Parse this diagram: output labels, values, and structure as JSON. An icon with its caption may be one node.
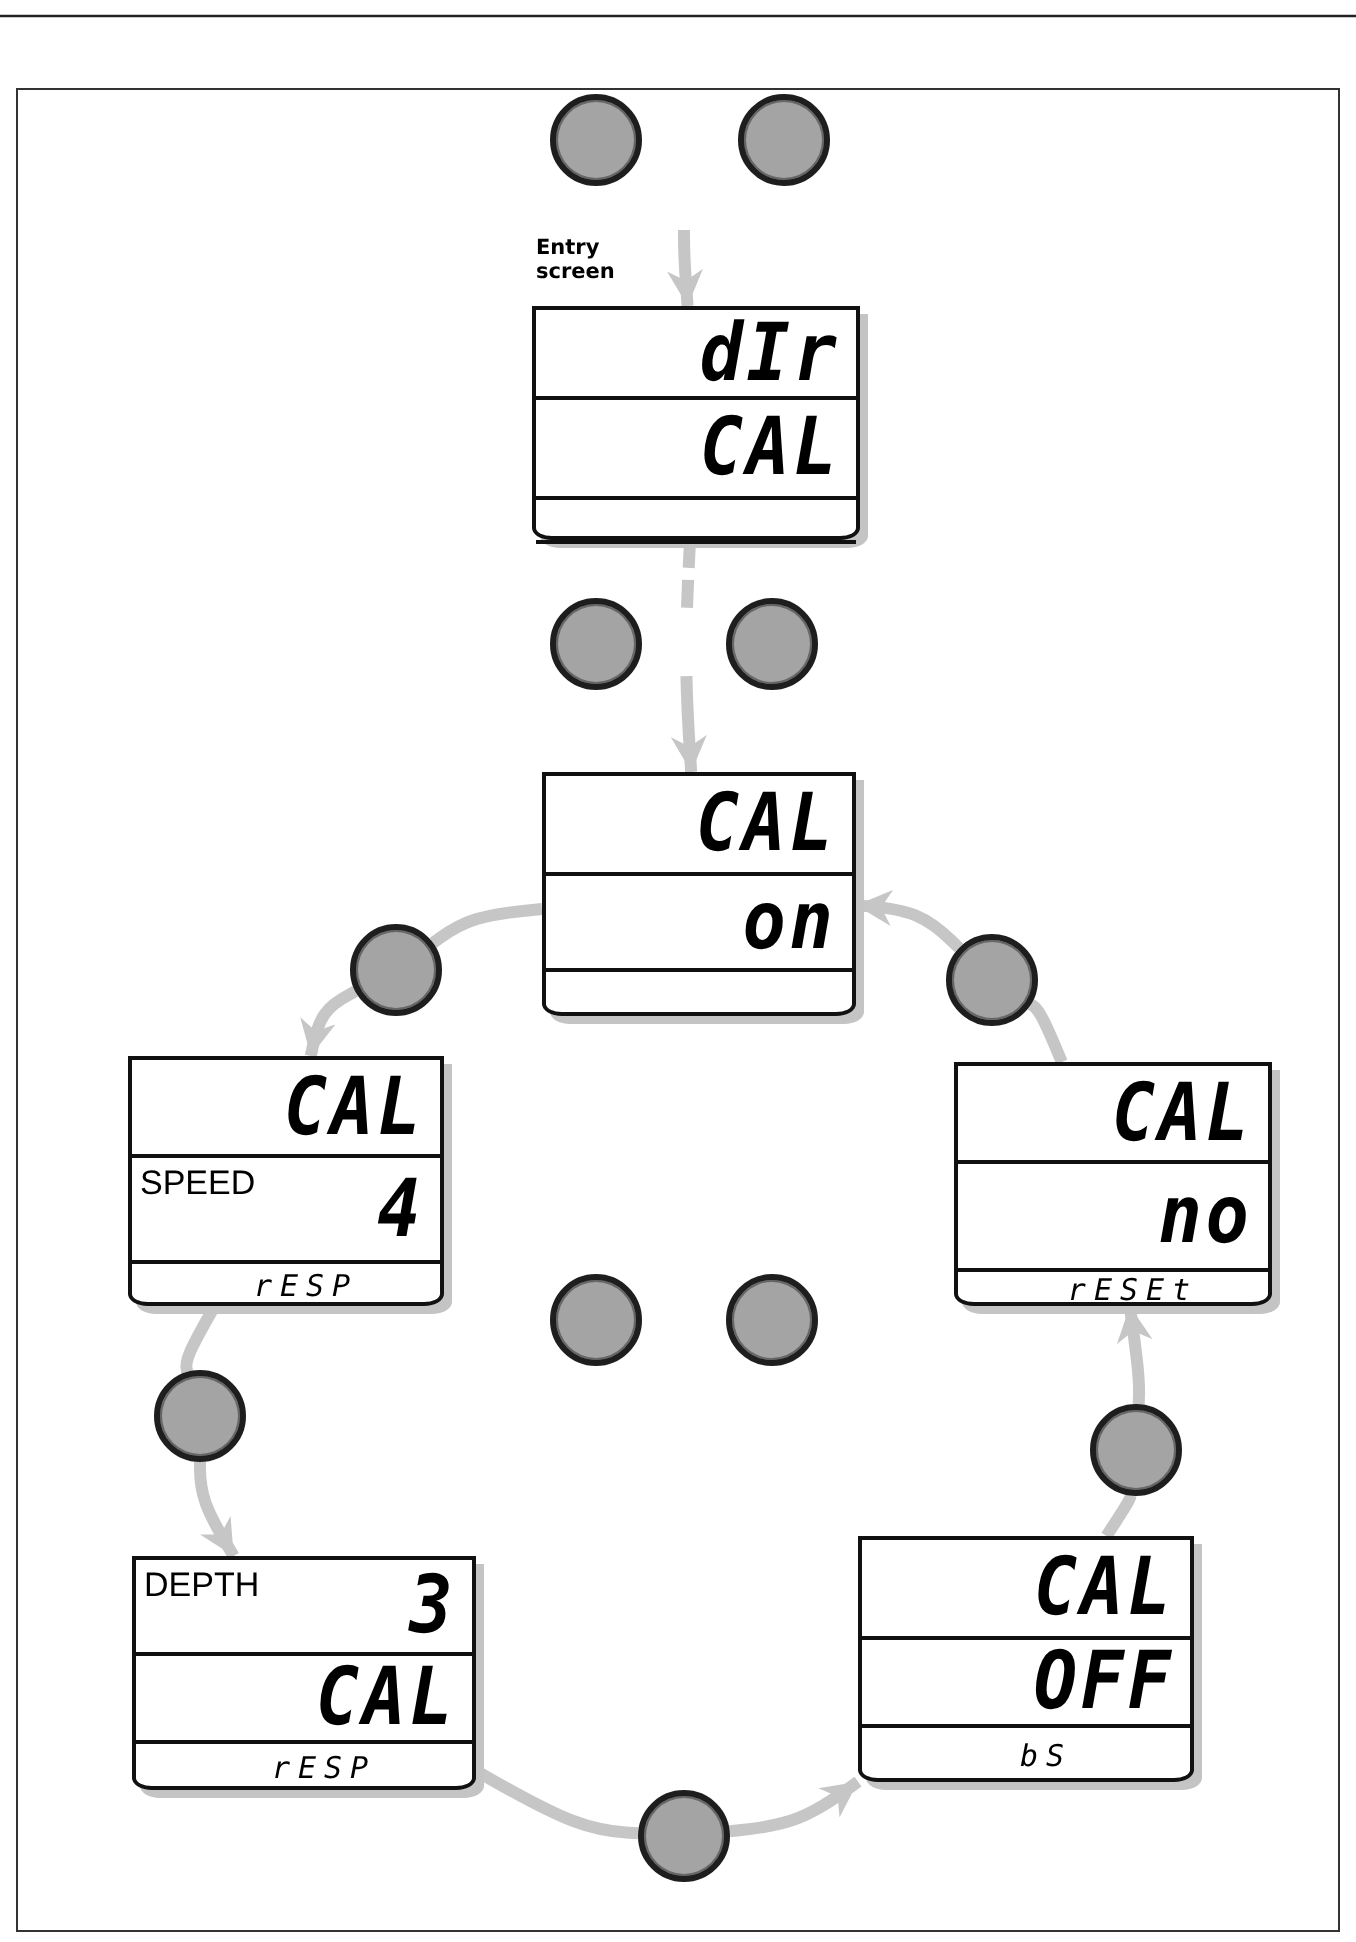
{
  "diagram": {
    "nodes": [
      {
        "text": [],
        "shape": "circle"
      },
      {
        "text": [],
        "shape": "circle"
      },
      {
        "text": [
          "dIr",
          "CAL"
        ],
        "beside": [
          "Entry screen"
        ]
      },
      {
        "text": [],
        "shape": "circle"
      },
      {
        "text": [],
        "shape": "circle"
      },
      {
        "text": [
          "CAL",
          "on"
        ]
      },
      {
        "text": [],
        "shape": "circle"
      },
      {
        "text": [],
        "shape": "circle"
      },
      {
        "text": [
          "CAL",
          "SPEED",
          "4",
          "rESP"
        ]
      },
      {
        "text": [
          "CAL",
          "no",
          "rESEt"
        ]
      },
      {
        "text": [],
        "shape": "circle"
      },
      {
        "text": [],
        "shape": "circle"
      },
      {
        "text": [],
        "shape": "circle"
      },
      {
        "text": [],
        "shape": "circle"
      },
      {
        "text": [
          "DEPTH",
          "3",
          "CAL",
          "rESP"
        ]
      },
      {
        "text": [
          "CAL",
          "OFF",
          "bS"
        ]
      },
      {
        "text": [],
        "shape": "circle"
      }
    ],
    "edges": [
      {
        "from": null,
        "to": 2,
        "arrow": "to"
      },
      {
        "from": 2,
        "to": 5,
        "arrow": "to",
        "style": "dashed"
      },
      {
        "from": 5,
        "to": 6,
        "arrow": "none"
      },
      {
        "from": 6,
        "to": 8,
        "arrow": "to"
      },
      {
        "from": 8,
        "to": 12,
        "arrow": "none"
      },
      {
        "from": 12,
        "to": 14,
        "arrow": "to"
      },
      {
        "from": 14,
        "to": 16,
        "arrow": "none"
      },
      {
        "from": 16,
        "to": 15,
        "arrow": "to"
      },
      {
        "from": 15,
        "to": 13,
        "arrow": "none"
      },
      {
        "from": 13,
        "to": 9,
        "arrow": "to"
      },
      {
        "from": 9,
        "to": 7,
        "arrow": "none"
      },
      {
        "from": 7,
        "to": 5,
        "arrow": "to"
      }
    ]
  }
}
